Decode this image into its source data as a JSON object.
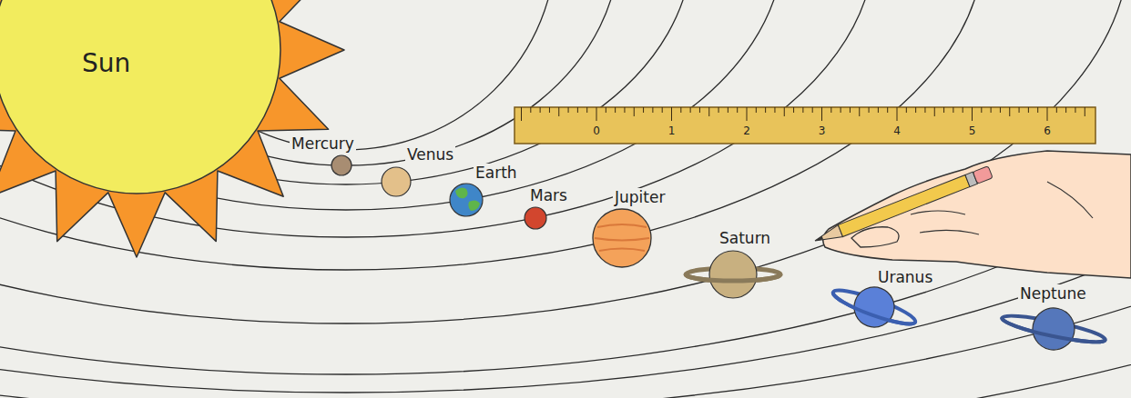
{
  "diagram": {
    "nodes": [
      {
        "text": [
          "Sun"
        ]
      }
    ],
    "labels": [
      "Mercury",
      "Venus",
      "Earth",
      "Mars",
      "Jupiter",
      "Saturn",
      "Uranus",
      "Neptune",
      "0",
      "1",
      "2",
      "3",
      "4",
      "5",
      "6"
    ]
  }
}
